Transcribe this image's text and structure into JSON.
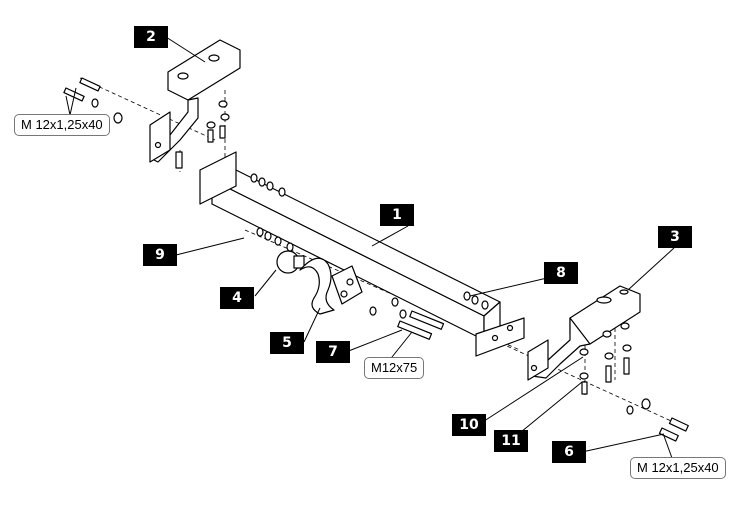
{
  "callouts": {
    "c1": "1",
    "c2": "2",
    "c3": "3",
    "c4": "4",
    "c5": "5",
    "c6": "6",
    "c7": "7",
    "c8": "8",
    "c9": "9",
    "c10": "10",
    "c11": "11"
  },
  "bolt_specs": {
    "left_bracket_bolt": "M 12x1,25x40",
    "hitch_bolt": "M12x75",
    "right_bracket_bolt": "M 12x1,25x40"
  }
}
